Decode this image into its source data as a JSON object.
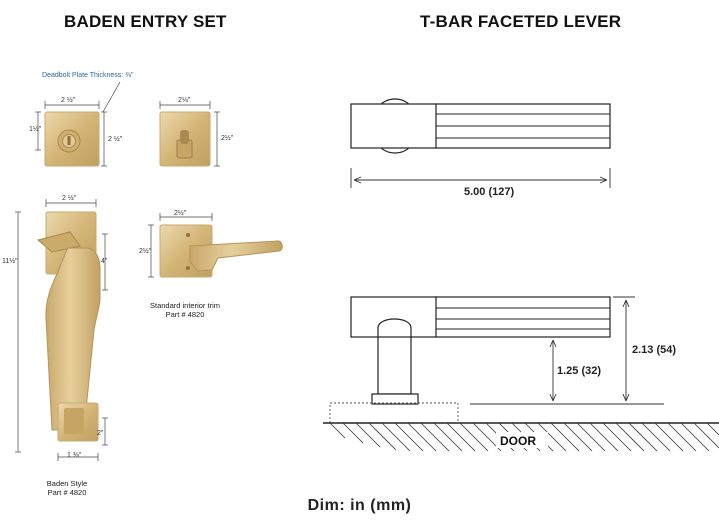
{
  "left": {
    "title": "BADEN ENTRY SET",
    "deadbolt_note": "Deadbolt Plate Thickness: ⅜\"",
    "deadbolt_width": "2 ½\"",
    "deadbolt_left": "1½\"",
    "deadbolt_height": "2 ½\"",
    "trim_width": "2⅛\"",
    "trim_height": "2½\"",
    "handleset_width": "2 ½\"",
    "handleset_height": "11½\"",
    "handleset_upper": "4\"",
    "handleset_lower": "2\"",
    "handleset_base": "1 ⅜\"",
    "lever_trim_width": "2½\"",
    "lever_trim_height": "2½\"",
    "interior_caption_1": "Standard interior trim",
    "interior_caption_2": "Part # 4820",
    "style_caption_1": "Baden Style",
    "style_caption_2": "Part # 4820"
  },
  "right": {
    "title": "T-BAR FACETED LEVER",
    "length_dim": "5.00 (127)",
    "height_dim": "2.13 (54)",
    "rose_dim": "1.25 (32)",
    "door_label": "DOOR"
  },
  "footer": "Dim: in (mm)",
  "colors": {
    "brass": "#d4b578",
    "brass_dark": "#b99a5c",
    "brass_light": "#e8d3a4"
  }
}
